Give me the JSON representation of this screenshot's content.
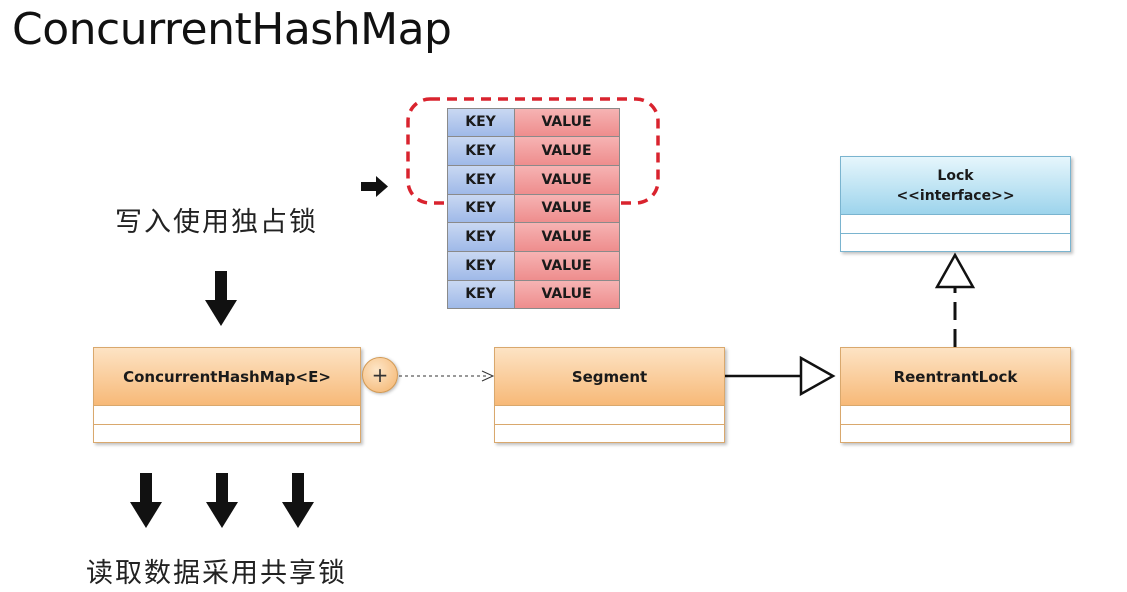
{
  "title": "ConcurrentHashMap",
  "write_caption": "写入使用独占锁",
  "read_caption": "读取数据采用共享锁",
  "table": {
    "rows": [
      {
        "key": "KEY",
        "value": "VALUE"
      },
      {
        "key": "KEY",
        "value": "VALUE"
      },
      {
        "key": "KEY",
        "value": "VALUE"
      },
      {
        "key": "KEY",
        "value": "VALUE"
      },
      {
        "key": "KEY",
        "value": "VALUE"
      },
      {
        "key": "KEY",
        "value": "VALUE"
      },
      {
        "key": "KEY",
        "value": "VALUE"
      }
    ],
    "highlighted_rows": 3
  },
  "classes": {
    "concurrent_hash_map": "ConcurrentHashMap<E>",
    "segment": "Segment",
    "reentrant_lock": "ReentrantLock",
    "lock_name": "Lock",
    "lock_stereotype": "<<interface>>"
  },
  "plus_symbol": "+",
  "colors": {
    "class_fill": "#f7b978",
    "interface_fill": "#9dd4ec",
    "key_fill": "#9fb9e8",
    "value_fill": "#ee8d8d",
    "highlight_border": "#d9232e"
  }
}
